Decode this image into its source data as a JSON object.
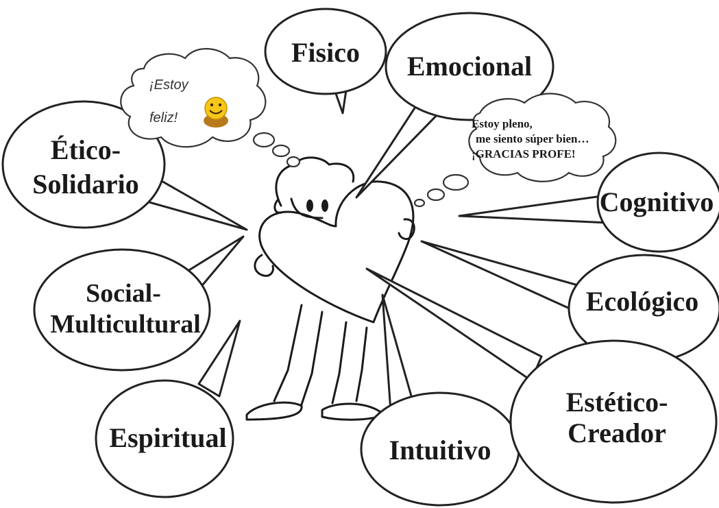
{
  "bubbles": {
    "fisico": "Fisico",
    "emocional": "Emocional",
    "etico_line1": "Ético-",
    "etico_line2": "Solidario",
    "cognitivo": "Cognitivo",
    "social_line1": "Social-",
    "social_line2": "Multicultural",
    "ecologico": "Ecológico",
    "espiritual": "Espiritual",
    "intuitivo": "Intuitivo",
    "estetico_line1": "Estético-",
    "estetico_line2": "Creador"
  },
  "thought_left": {
    "line1": "¡Estoy",
    "line2": "feliz!",
    "icon": "smiley-icon"
  },
  "thought_right": {
    "line1": "Estoy pleno,",
    "line2": "me siento súper bien…",
    "line3": "¡GRACIAS PROFE!"
  }
}
